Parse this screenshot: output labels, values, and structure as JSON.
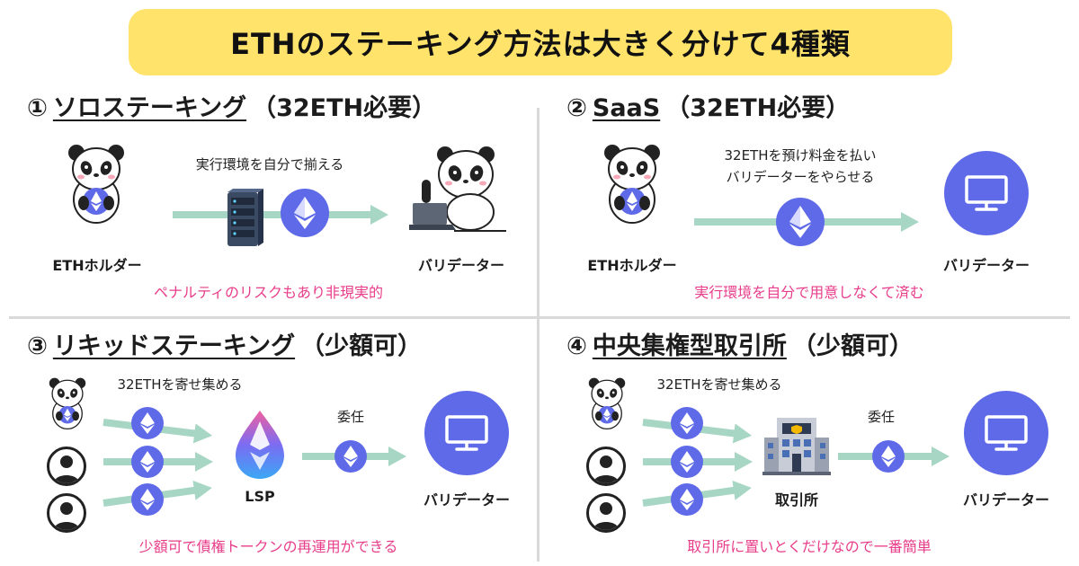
{
  "title": "ETHのステーキング方法は大きく分けて4種類",
  "colors": {
    "title_bg": "#ffe36b",
    "eth_blue": "#5f6ae8",
    "arrow": "#a7d6c4",
    "note_pink": "#e83d8a",
    "divider": "#d9d9d9"
  },
  "q1": {
    "num": "①",
    "name": "ソロステーキング",
    "req": "（32ETH必要）",
    "caption": "実行環境を自分で揃える",
    "holder_label": "ETHホルダー",
    "validator_label": "バリデーター",
    "note": "ペナルティのリスクもあり非現実的",
    "icons": [
      "panda-holding-eth",
      "server-icon",
      "eth-icon",
      "panda-laptop"
    ]
  },
  "q2": {
    "num": "②",
    "name": "SaaS",
    "req": "（32ETH必要）",
    "caption_line1": "32ETHを預け料金を払い",
    "caption_line2": "バリデーターをやらせる",
    "holder_label": "ETHホルダー",
    "validator_label": "バリデーター",
    "note": "実行環境を自分で用意しなくて済む",
    "icons": [
      "panda-holding-eth",
      "eth-icon",
      "monitor-icon"
    ]
  },
  "q3": {
    "num": "③",
    "name": "リキッドステーキング",
    "req": "（少額可）",
    "caption_collect": "32ETHを寄せ集める",
    "caption_delegate": "委任",
    "lsp_label": "LSP",
    "validator_label": "バリデーター",
    "note": "少額可で債権トークンの再運用ができる",
    "icons": [
      "panda-holding-eth",
      "user-icon",
      "user-icon",
      "eth-icon",
      "lido-drop-icon",
      "monitor-icon"
    ]
  },
  "q4": {
    "num": "④",
    "name": "中央集権型取引所",
    "req": "（少額可）",
    "caption_collect": "32ETHを寄せ集める",
    "caption_delegate": "委任",
    "exchange_label": "取引所",
    "validator_label": "バリデーター",
    "note": "取引所に置いとくだけなので一番簡単",
    "icons": [
      "panda-holding-eth",
      "user-icon",
      "user-icon",
      "eth-icon",
      "exchange-building-icon",
      "monitor-icon"
    ]
  }
}
